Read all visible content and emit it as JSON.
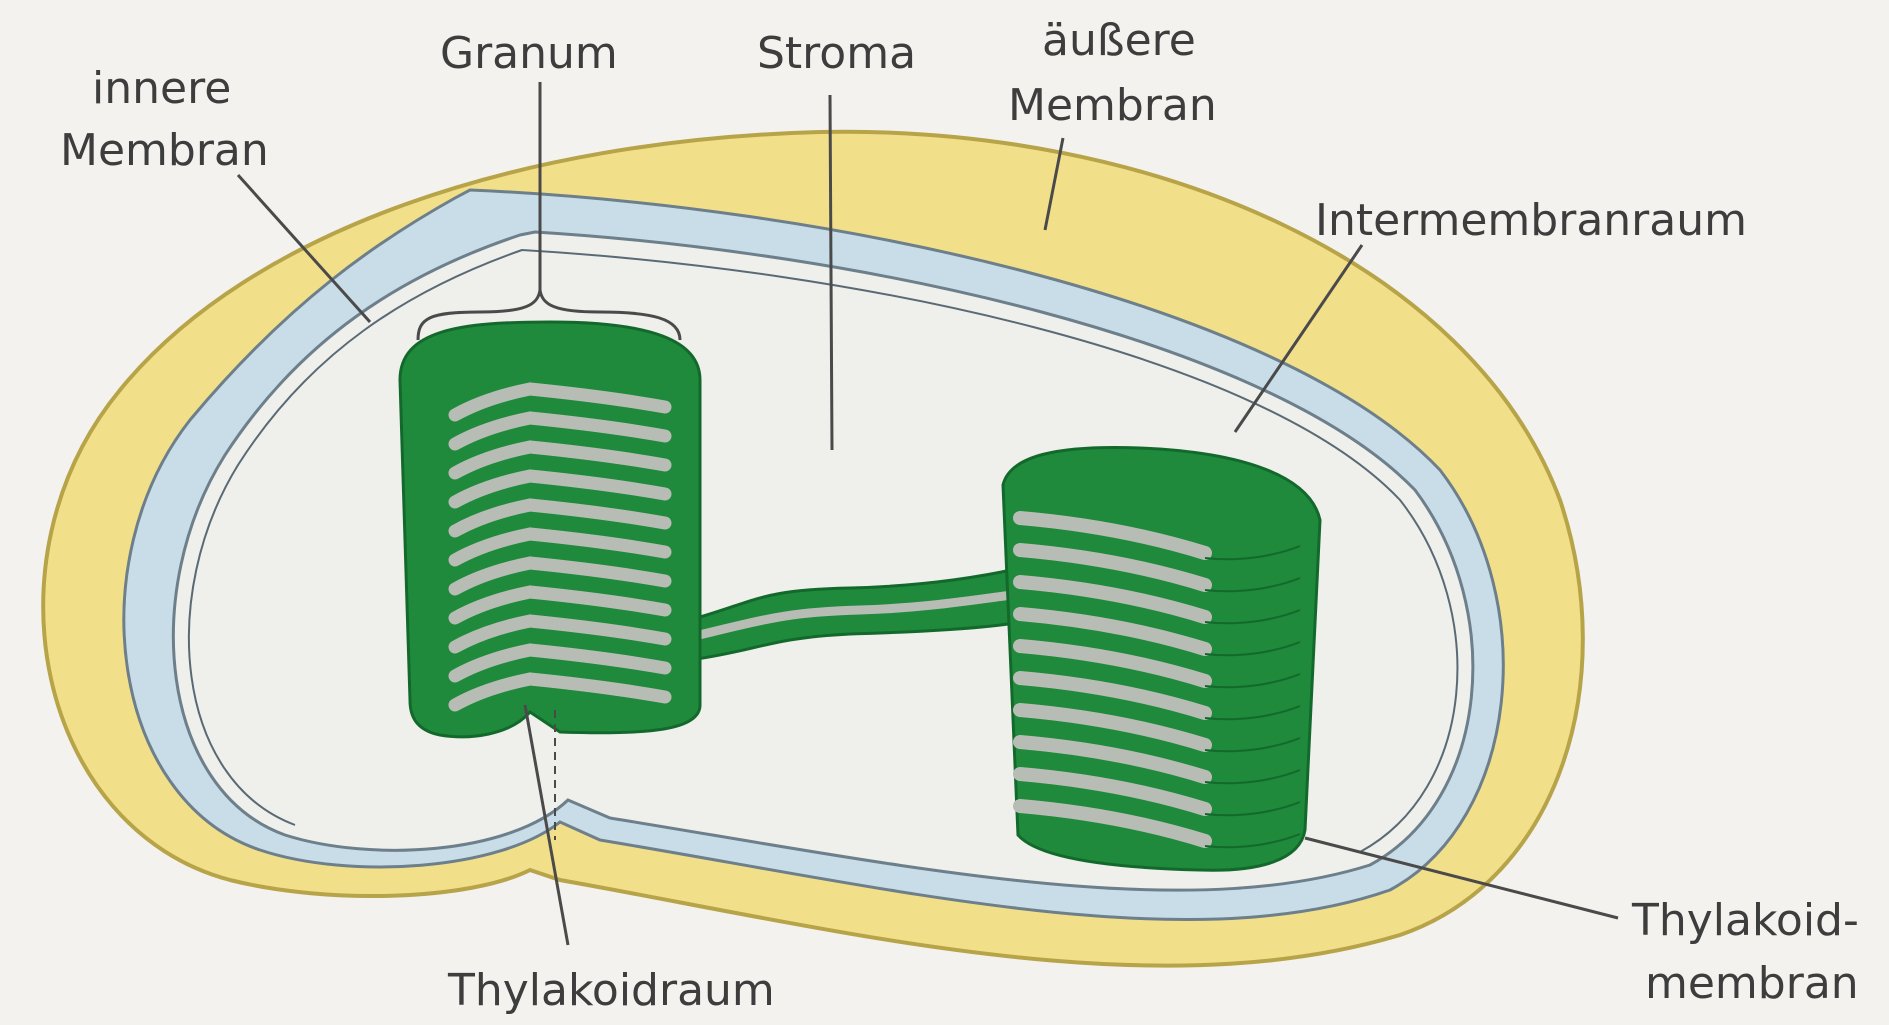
{
  "labels": {
    "granum": "Granum",
    "stroma": "Stroma",
    "aeussere_membran_line1": "äußere",
    "aeussere_membran_line2": "Membran",
    "innere_membran_line1": "innere",
    "innere_membran_line2": "Membran",
    "intermembranraum": "Intermembranraum",
    "thylakoidraum": "Thylakoidraum",
    "thylakoidmembran_line1": "Thylakoid-",
    "thylakoidmembran_line2": "membran"
  },
  "colors": {
    "background": "#f3f2ee",
    "outer_membrane": "#f2df8a",
    "outer_membrane_edge": "#b8a448",
    "intermembrane_space": "#c9dde8",
    "stroma": "#efefec",
    "thylakoid_green": "#1f8a3c",
    "thylakoid_green_dark": "#13692b",
    "thylakoid_lumen": "#b7bdb5",
    "text": "#3d3d3d"
  },
  "icons": {
    "granum_brace": "brace-icon"
  }
}
